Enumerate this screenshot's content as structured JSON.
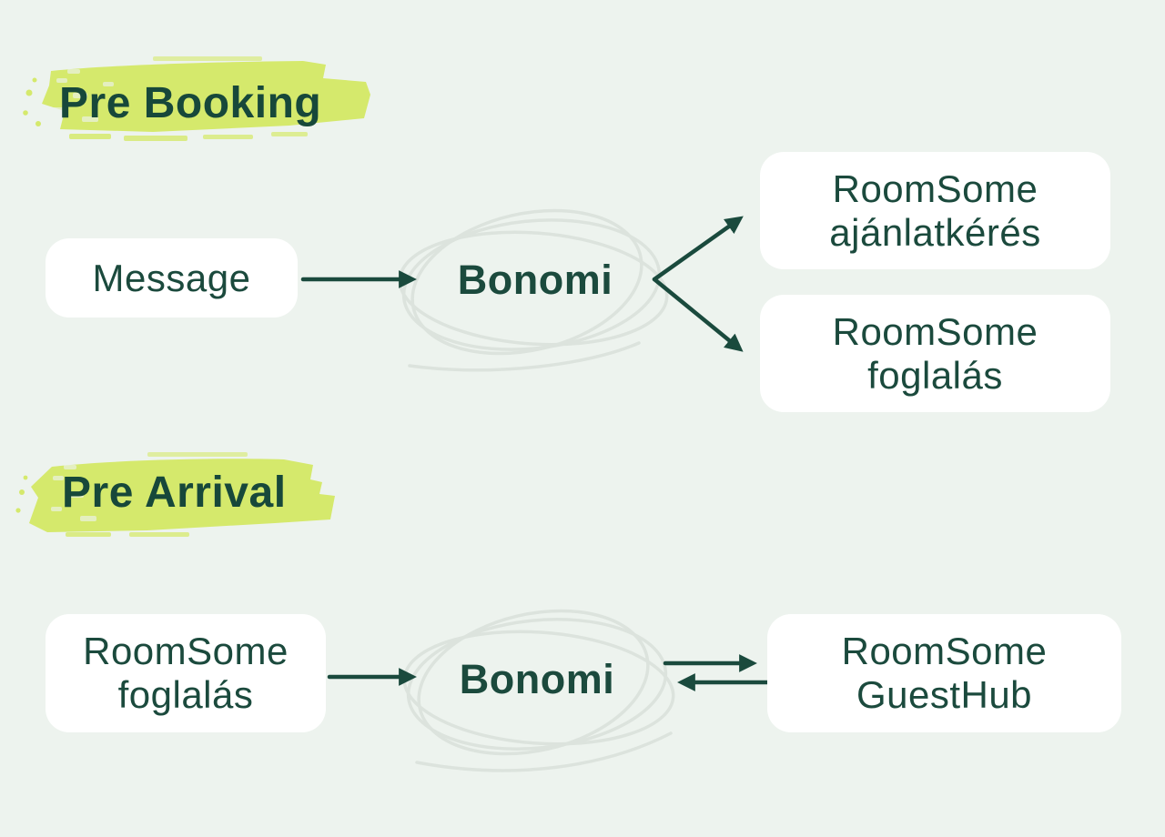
{
  "colors": {
    "background": "#edf3ee",
    "node_background": "#ffffff",
    "text_green": "#1b4a3d",
    "heading_green": "#17483a",
    "highlight_lime": "#d5e96c",
    "arrow_green": "#1a4a3d",
    "sketch_gray": "#dce3dd"
  },
  "sections": [
    {
      "heading": "Pre Booking",
      "source": {
        "label": "Message"
      },
      "hub": {
        "label": "Bonomi"
      },
      "targets": [
        {
          "line1": "RoomSome",
          "line2": "ajánlatkérés"
        },
        {
          "line1": "RoomSome",
          "line2": "foglalás"
        }
      ]
    },
    {
      "heading": "Pre Arrival",
      "source": {
        "line1": "RoomSome",
        "line2": "foglalás"
      },
      "hub": {
        "label": "Bonomi"
      },
      "targets": [
        {
          "line1": "RoomSome",
          "line2": "GuestHub"
        }
      ]
    }
  ]
}
